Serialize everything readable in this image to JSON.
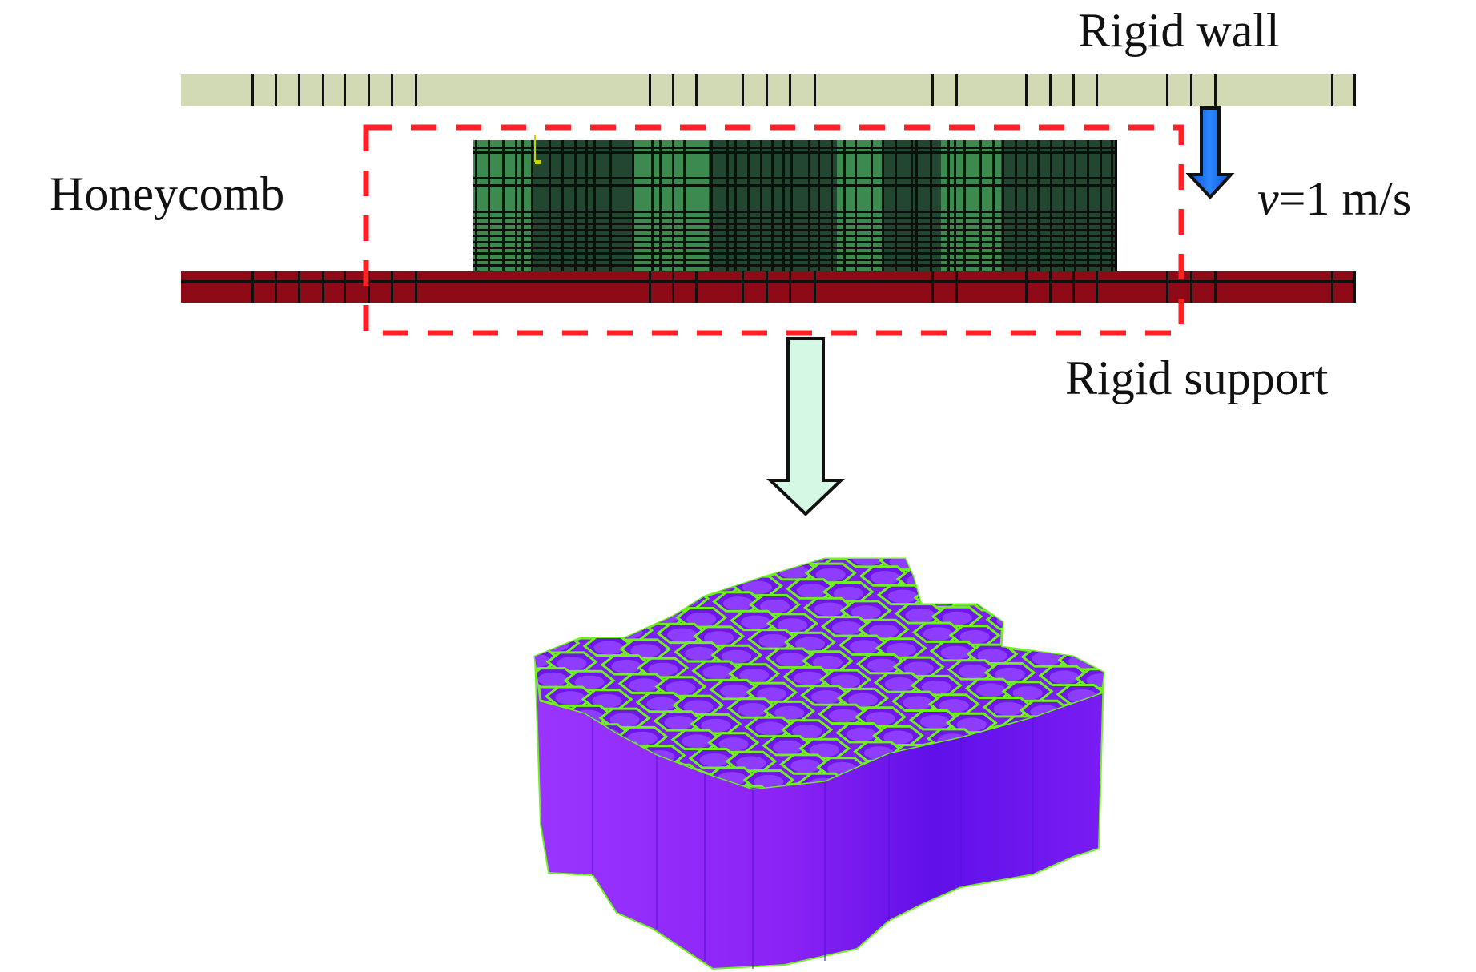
{
  "figure": {
    "labels": {
      "rigid_wall": "Rigid wall",
      "honeycomb": "Honeycomb",
      "velocity_symbol": "v",
      "velocity_value": "=1 m/s",
      "rigid_support": "Rigid support"
    },
    "colors": {
      "rigid_wall": "#d2dab5",
      "rigid_support": "#8e0a16",
      "honeycomb_light": "#3d8a50",
      "honeycomb_dark": "#234630",
      "zoom_box": "#ff2028",
      "velocity_arrow": "#1a6ee8",
      "zoom_arrow": "#d4f8e4",
      "honeycomb_3d": "#8a22f5",
      "honeycomb_3d_edges": "#6ef21a"
    },
    "loading": {
      "velocity_m_per_s": 1,
      "direction": "down"
    }
  }
}
